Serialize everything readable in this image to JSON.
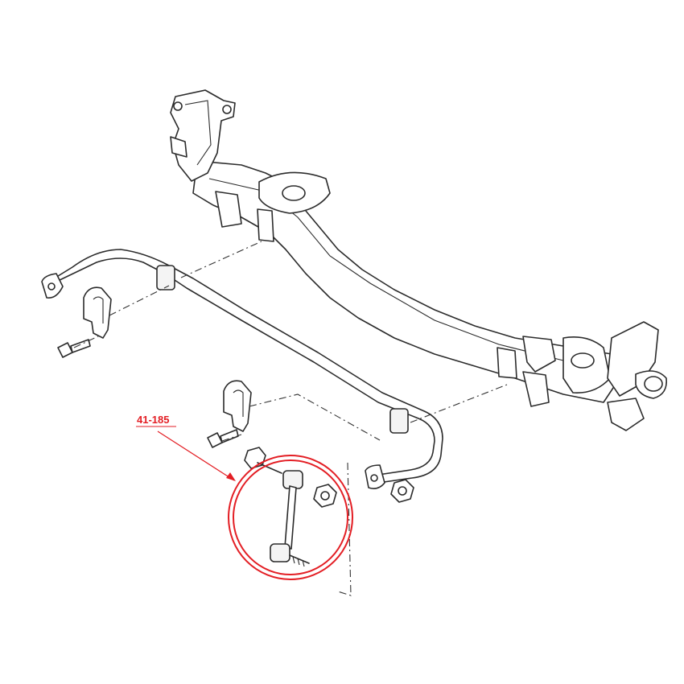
{
  "diagram": {
    "callout": {
      "part_number": "41-185"
    },
    "colors": {
      "line_art": "#2b2b2b",
      "highlight": "#e31e24",
      "background": "#ffffff"
    },
    "components": [
      "rear-axle-beam",
      "left-trailing-arm-bracket",
      "right-hub-carrier",
      "stabilizer-bar",
      "stabilizer-bushing-clamp-left",
      "stabilizer-bushing-clamp-right",
      "stabilizer-link",
      "bolt",
      "nut"
    ]
  }
}
